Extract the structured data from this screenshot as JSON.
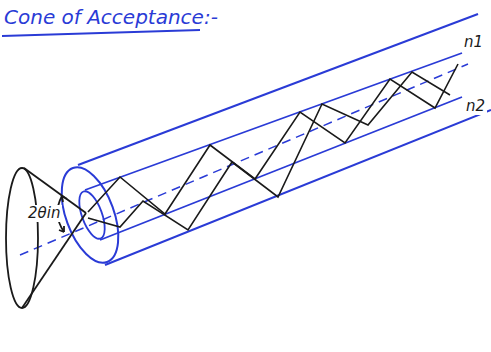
{
  "diagram": {
    "title": "Cone of Acceptance:-",
    "labels": [
      "2θin",
      "n1",
      "n2"
    ]
  }
}
